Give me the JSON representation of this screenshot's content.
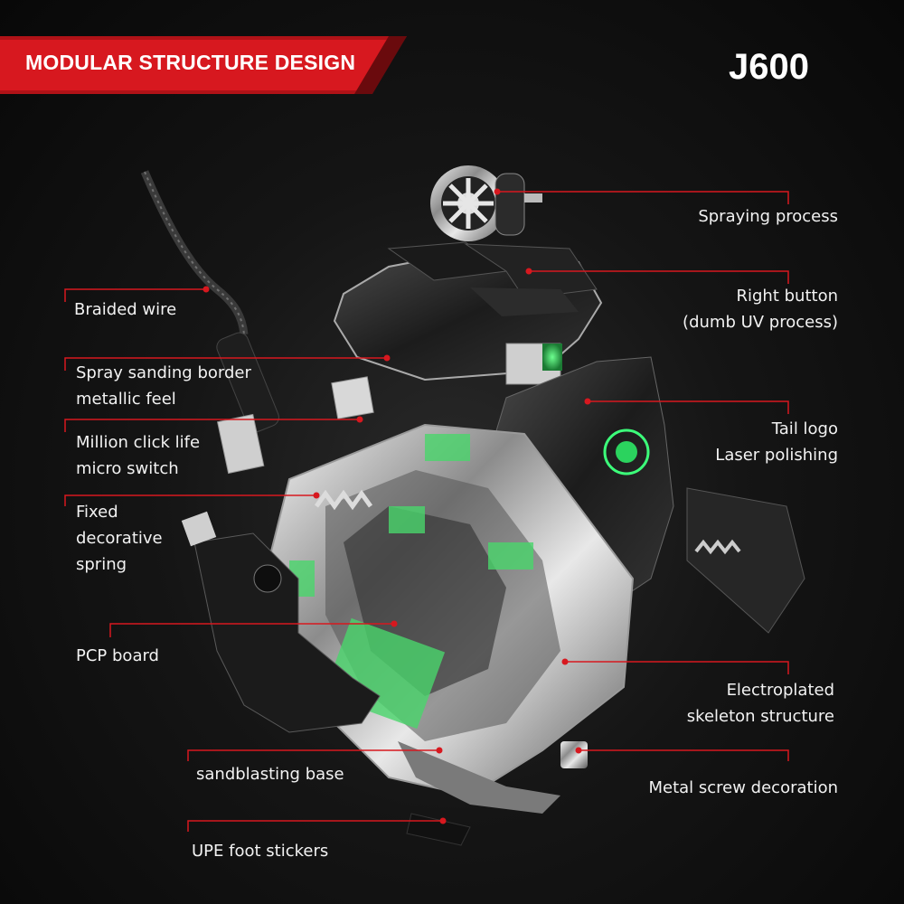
{
  "banner": {
    "title": "MODULAR STRUCTURE DESIGN",
    "accent": "#d7181f"
  },
  "model": "J600",
  "callouts": {
    "spraying": [
      "Spraying process"
    ],
    "right_button": [
      "Right button",
      "(dumb UV process)"
    ],
    "tail_logo": [
      "Tail logo",
      "Laser polishing"
    ],
    "electroplated": [
      "Electroplated",
      "skeleton structure"
    ],
    "metal_screw": [
      "Metal screw decoration"
    ],
    "braided_wire": [
      "Braided wire"
    ],
    "spray_sanding": [
      "Spray sanding border",
      "metallic feel"
    ],
    "micro_switch": [
      "Million click life",
      "micro switch"
    ],
    "spring": [
      "Fixed",
      "decorative",
      "spring"
    ],
    "pcp_board": [
      "PCP board"
    ],
    "sandblasting": [
      "sandblasting base"
    ],
    "upe_feet": [
      "UPE foot stickers"
    ]
  },
  "colors": {
    "leader_line": "#d7181f",
    "glow": "#39e36a"
  }
}
